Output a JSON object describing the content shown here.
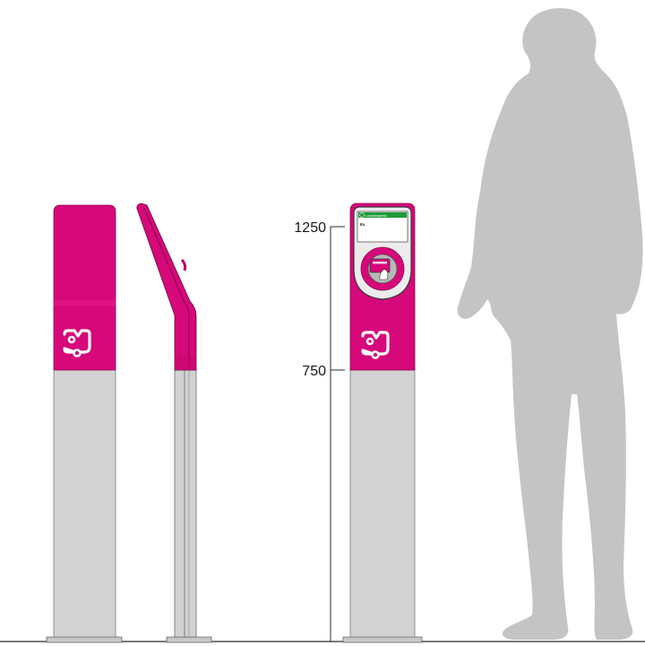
{
  "dimensions": {
    "upper_label": "1250",
    "lower_label": "750"
  },
  "screen": {
    "header_text": "Loodsbegeleid",
    "body_text": "Ex"
  },
  "colors": {
    "brand_magenta": "#d6087a",
    "magenta_dark": "#b8066a",
    "pole_grey": "#d2d2d2",
    "base_grey": "#c8c8c8",
    "silhouette_grey": "#c4c4c4",
    "screen_green": "#1f9a3a",
    "line_dark": "#2b2b2b"
  },
  "icons": {
    "brand_logo": "ov-chipkaart-logo-icon",
    "card_reader": "card-reader-icon",
    "person": "person-silhouette-icon"
  }
}
